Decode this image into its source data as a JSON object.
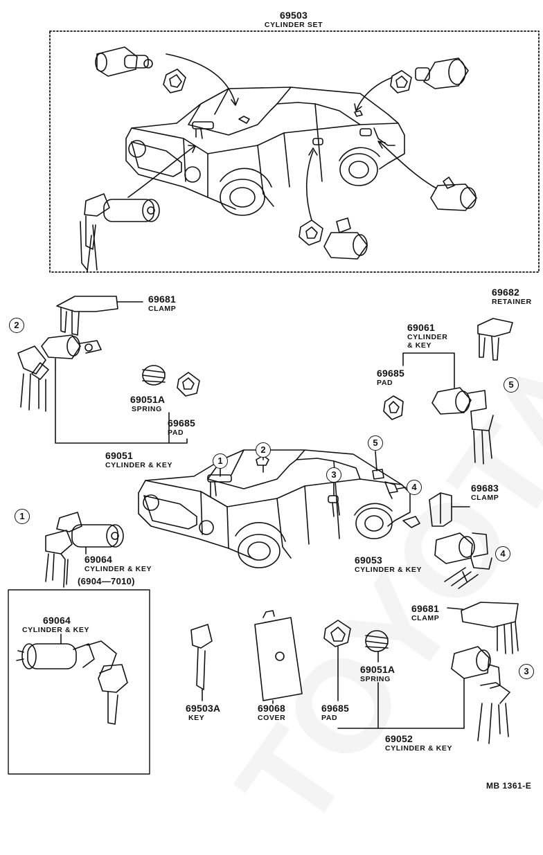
{
  "watermark": "TOYOTA",
  "drawing_code": "MB 1361-E",
  "top_assembly": {
    "part_no": "69503",
    "name": "CYLINDER SET"
  },
  "callouts": {
    "c1": "69681",
    "c1_name": "CLAMP",
    "c2": "69682",
    "c2_name": "RETAINER",
    "c3": "69061",
    "c3_name": "CYLINDER",
    "c3_name2": "& KEY",
    "c4": "69685",
    "c4_name": "PAD",
    "c5": "69051A",
    "c5_name": "SPRING",
    "c6": "69685",
    "c6_name": "PAD",
    "c7": "69051",
    "c7_name": "CYLINDER & KEY",
    "c8": "69683",
    "c8_name": "CLAMP",
    "c9": "69064",
    "c9_name": "CYLINDER & KEY",
    "c10": "69053",
    "c10_name": "CYLINDER & KEY",
    "c11": "69064",
    "c11_name": "CYLINDER & KEY",
    "c12": "69503A",
    "c12_name": "KEY",
    "c13": "69068",
    "c13_name": "COVER",
    "c14": "69685",
    "c14_name": "PAD",
    "c15": "69051A",
    "c15_name": "SPRING",
    "c16": "69681",
    "c16_name": "CLAMP",
    "c17": "69052",
    "c17_name": "CYLINDER & KEY"
  },
  "range_label": "(6904—7010)",
  "index": {
    "n1": "1",
    "n2": "2",
    "n3": "3",
    "n4": "4",
    "n5": "5"
  }
}
